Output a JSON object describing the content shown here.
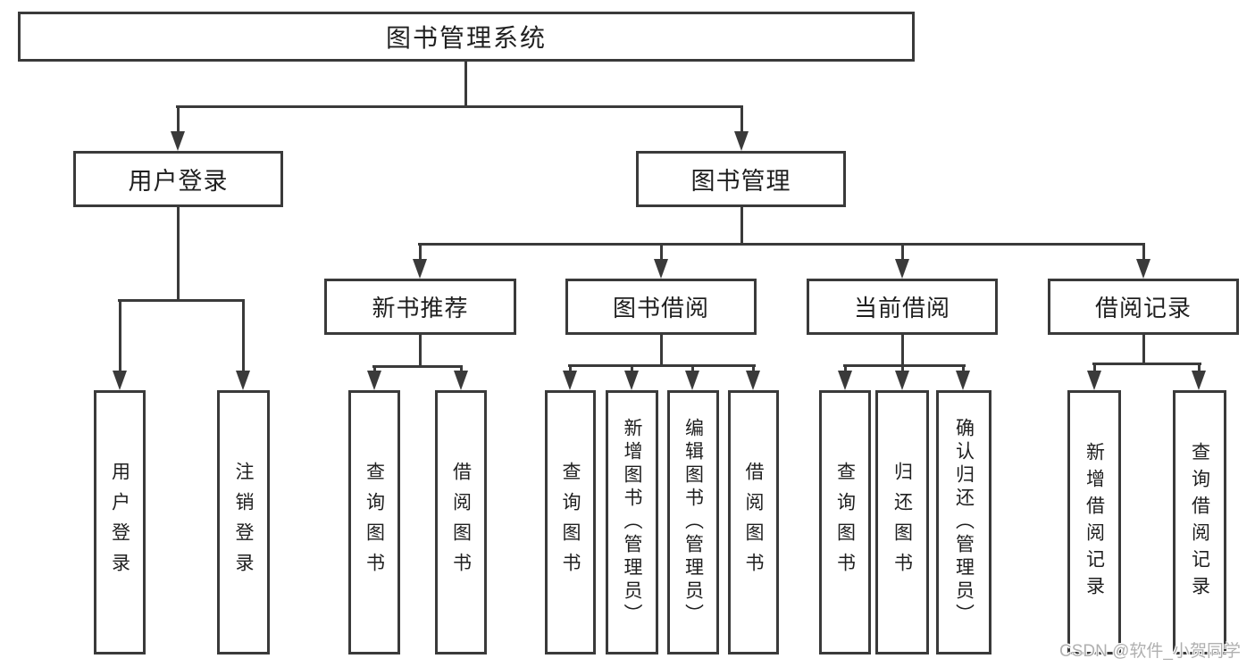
{
  "tree": {
    "root": "图书管理系统",
    "branches": [
      {
        "label": "用户登录",
        "children": [
          "用户登录",
          "注销登录"
        ]
      },
      {
        "label": "图书管理",
        "sections": [
          {
            "label": "新书推荐",
            "children": [
              "查询图书",
              "借阅图书"
            ]
          },
          {
            "label": "图书借阅",
            "children": [
              "查询图书",
              "新增图书（管理员）",
              "编辑图书（管理员）",
              "借阅图书"
            ]
          },
          {
            "label": "当前借阅",
            "children": [
              "查询图书",
              "归还图书",
              "确认归还（管理员）"
            ]
          },
          {
            "label": "借阅记录",
            "children": [
              "新增借阅记录",
              "查询借阅记录"
            ]
          }
        ]
      }
    ]
  },
  "watermark": "CSDN @软件_小贺同学",
  "colors": {
    "line": "#3a3a3a",
    "text": "#1f1f1f",
    "watermark": "#b0b0b0",
    "background": "#ffffff"
  }
}
